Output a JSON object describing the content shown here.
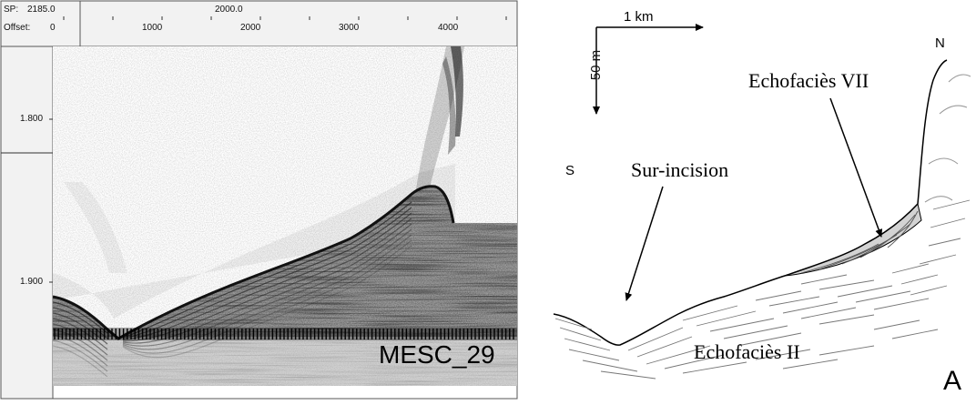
{
  "seismic": {
    "header": {
      "sp_label": "SP:",
      "sp_value": "2185.0",
      "sp_next": "2000.0",
      "offset_label": "Offset:",
      "offset_ticks": [
        "0",
        "1000",
        "2000",
        "3000",
        "4000"
      ]
    },
    "depth_ticks": [
      "1.800",
      "1.900"
    ],
    "profile_name": "MESC_29"
  },
  "interpretation": {
    "scale_horizontal": "1 km",
    "scale_vertical": "50 m",
    "north": "N",
    "south": "S",
    "label_incision": "Sur-incision",
    "label_facies_vii": "Echofaciès VII",
    "label_facies_ii": "Echofaciès II",
    "panel_letter": "A",
    "fill_color": "#d3d3d3"
  }
}
